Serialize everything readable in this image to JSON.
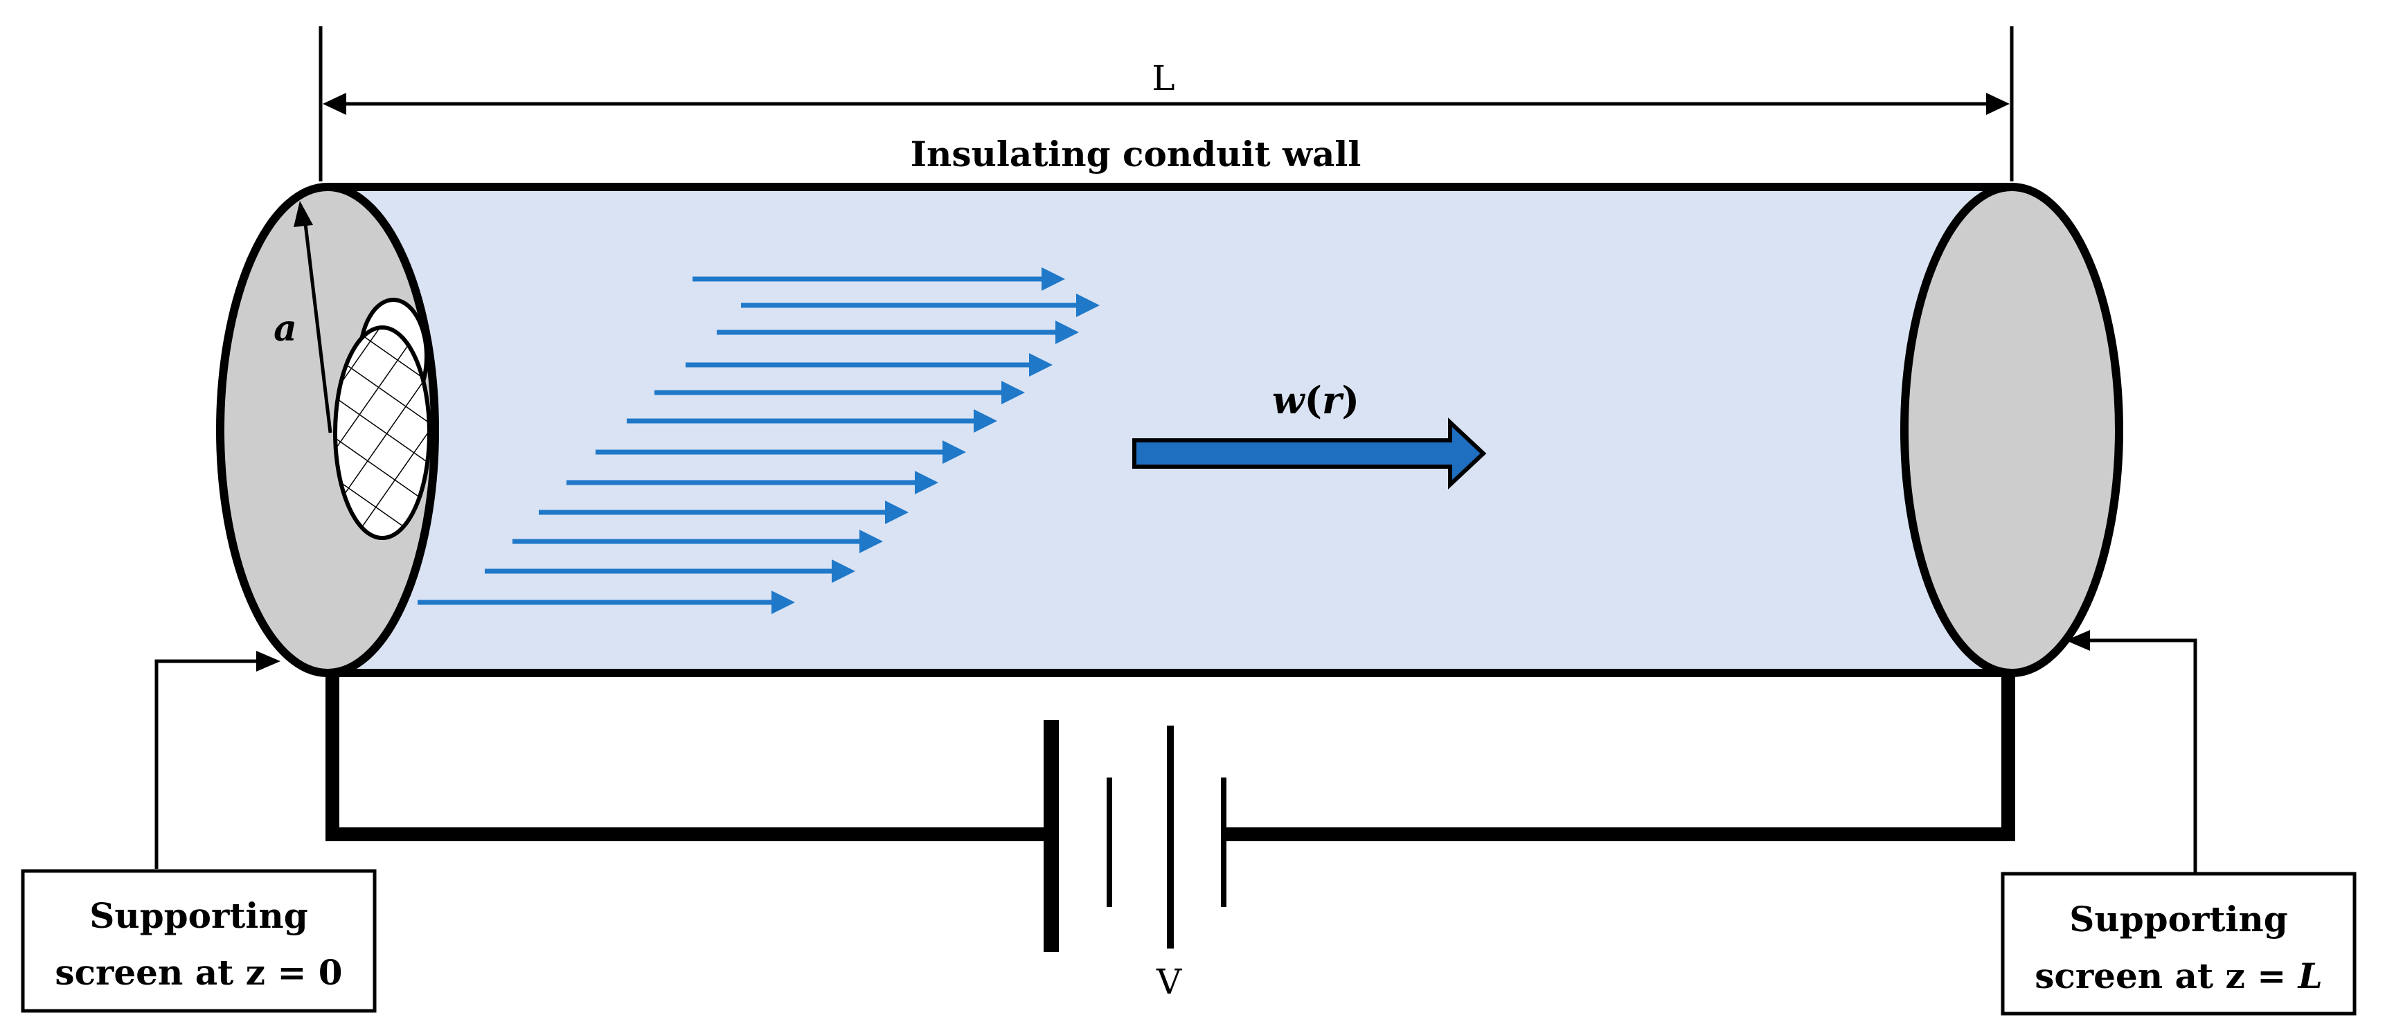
{
  "labels": {
    "length": "L",
    "wall": "Insulating conduit wall",
    "radius": "a",
    "velocity_w": "w",
    "velocity_open": "(",
    "velocity_r": "r",
    "velocity_close": ")",
    "voltage": "V"
  },
  "boxes": {
    "left": {
      "line1": "Supporting",
      "line2_prefix": "screen at ",
      "line2_var": "z",
      "line2_eq": " = ",
      "line2_value": "0"
    },
    "right": {
      "line1": "Supporting",
      "line2_prefix": "screen at ",
      "line2_var": "z",
      "line2_eq": " = ",
      "line2_value": "L"
    }
  },
  "colors": {
    "conduit_fill": "#dae3f3",
    "end_cap_fill": "#cdcdcd",
    "flow_arrow": "#1f78c8",
    "outline": "#000000"
  },
  "flow_arrow_count": 12
}
